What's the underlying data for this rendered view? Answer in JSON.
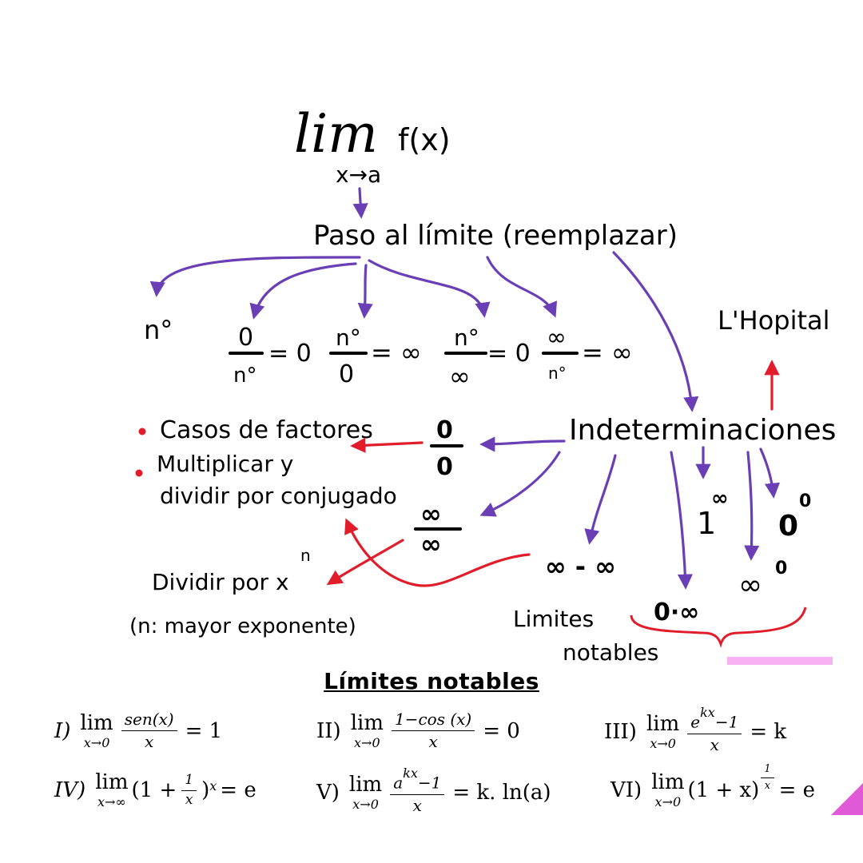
{
  "diagram": {
    "lim_word": "lim",
    "function": "f(x)",
    "approach": "x→a",
    "step": "Paso al límite (reemplazar)",
    "results": {
      "n0": "n°",
      "r1_num": "0",
      "r1_den": "n°",
      "r1_eq": "= 0",
      "r2_num": "n°",
      "r2_den": "0",
      "r2_eq": "= ∞",
      "r3_num": "n°",
      "r3_den": "∞",
      "r3_eq": "= 0",
      "r4_num": "∞",
      "r4_den": "n°",
      "r4_eq": "= ∞"
    },
    "indeterminations": "Indeterminaciones",
    "lhopital": "L'Hopital",
    "zero_over_zero_num": "0",
    "zero_over_zero_den": "0",
    "inf_over_inf_num": "∞",
    "inf_over_inf_den": "∞",
    "methods_1": "Casos de factores",
    "methods_2a": "Multiplicar y",
    "methods_2b": "dividir por conjugado",
    "divide_xn": "Dividir por x",
    "divide_xn_exp": "n",
    "divide_note": "(n: mayor exponente)",
    "one_inf_base": "1",
    "one_inf_exp": "∞",
    "zero_zero_base": "0",
    "zero_zero_exp": "0",
    "inf_minus_inf": "∞ - ∞",
    "inf_zero_base": "∞",
    "inf_zero_exp": "0",
    "zero_times_inf": "0·∞",
    "limites_notables_1": "Limites",
    "limites_notables_2": "notables"
  },
  "section_title": "Límites notables",
  "formulas": {
    "f1": {
      "label": "I)",
      "lim": "lim",
      "sub": "x→0",
      "num": "sen(x)",
      "den": "x",
      "rest": "= 1"
    },
    "f2": {
      "label": "II)",
      "lim": "lim",
      "sub": "x→0",
      "num": "1−cos (x)",
      "den": "x",
      "rest": "= 0"
    },
    "f3": {
      "label": "III)",
      "lim": "lim",
      "sub": "x→0",
      "num_base": "e",
      "num_exp": "kx",
      "num_tail": "−1",
      "den": "x",
      "rest": "= k"
    },
    "f4": {
      "label": "IV)",
      "lim": "lim",
      "sub": "x→∞",
      "pre": "(1 +",
      "num": "1",
      "den": "x",
      "post": ")",
      "exp": "x",
      "rest": "= e"
    },
    "f5": {
      "label": "V)",
      "lim": "lim",
      "sub": "x→0",
      "num_base": "a",
      "num_exp": "kx",
      "num_tail": "−1",
      "den": "x",
      "rest": "= k. ln(a)"
    },
    "f6": {
      "label": "VI)",
      "lim": "lim",
      "sub": "x→0",
      "pre": "(1 + x)",
      "exp_num": "1",
      "exp_den": "x",
      "rest": "= e"
    }
  },
  "colors": {
    "purple_arrow": "#6a3fb5",
    "red_arrow": "#e11d2b",
    "pink": "#f7b0f0",
    "magenta": "#e05ad8"
  }
}
